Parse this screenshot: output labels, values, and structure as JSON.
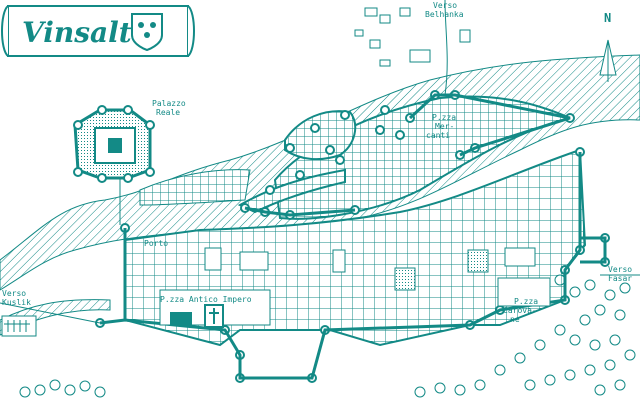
{
  "title": "Vinsalt",
  "colors": {
    "ink": "#138a86",
    "paper": "#ffffff",
    "fill": "#a7d7d5"
  },
  "labels": {
    "north": "N",
    "belhanka_1": "Verso",
    "belhanka_2": "Belhanka",
    "palazzo_1": "Palazzo",
    "palazzo_2": "Reale",
    "mercanti_1": "P.zza",
    "mercanti_2": "Mer-",
    "mercanti_3": "canti",
    "porto": "Porto",
    "antico_impero": "P.zza Antico Impero",
    "fasar_1": "Verso",
    "fasar_2": "Fasar",
    "carovane_1": "P.zza",
    "carovane_2": "Carova-",
    "carovane_3": "ne",
    "kuslik_1": "Verso",
    "kuslik_2": "Kuslik"
  },
  "icons": [
    "scroll-banner-icon",
    "coat-of-arms-icon",
    "compass-icon",
    "castle-icon",
    "church-icon",
    "tree-icon"
  ]
}
